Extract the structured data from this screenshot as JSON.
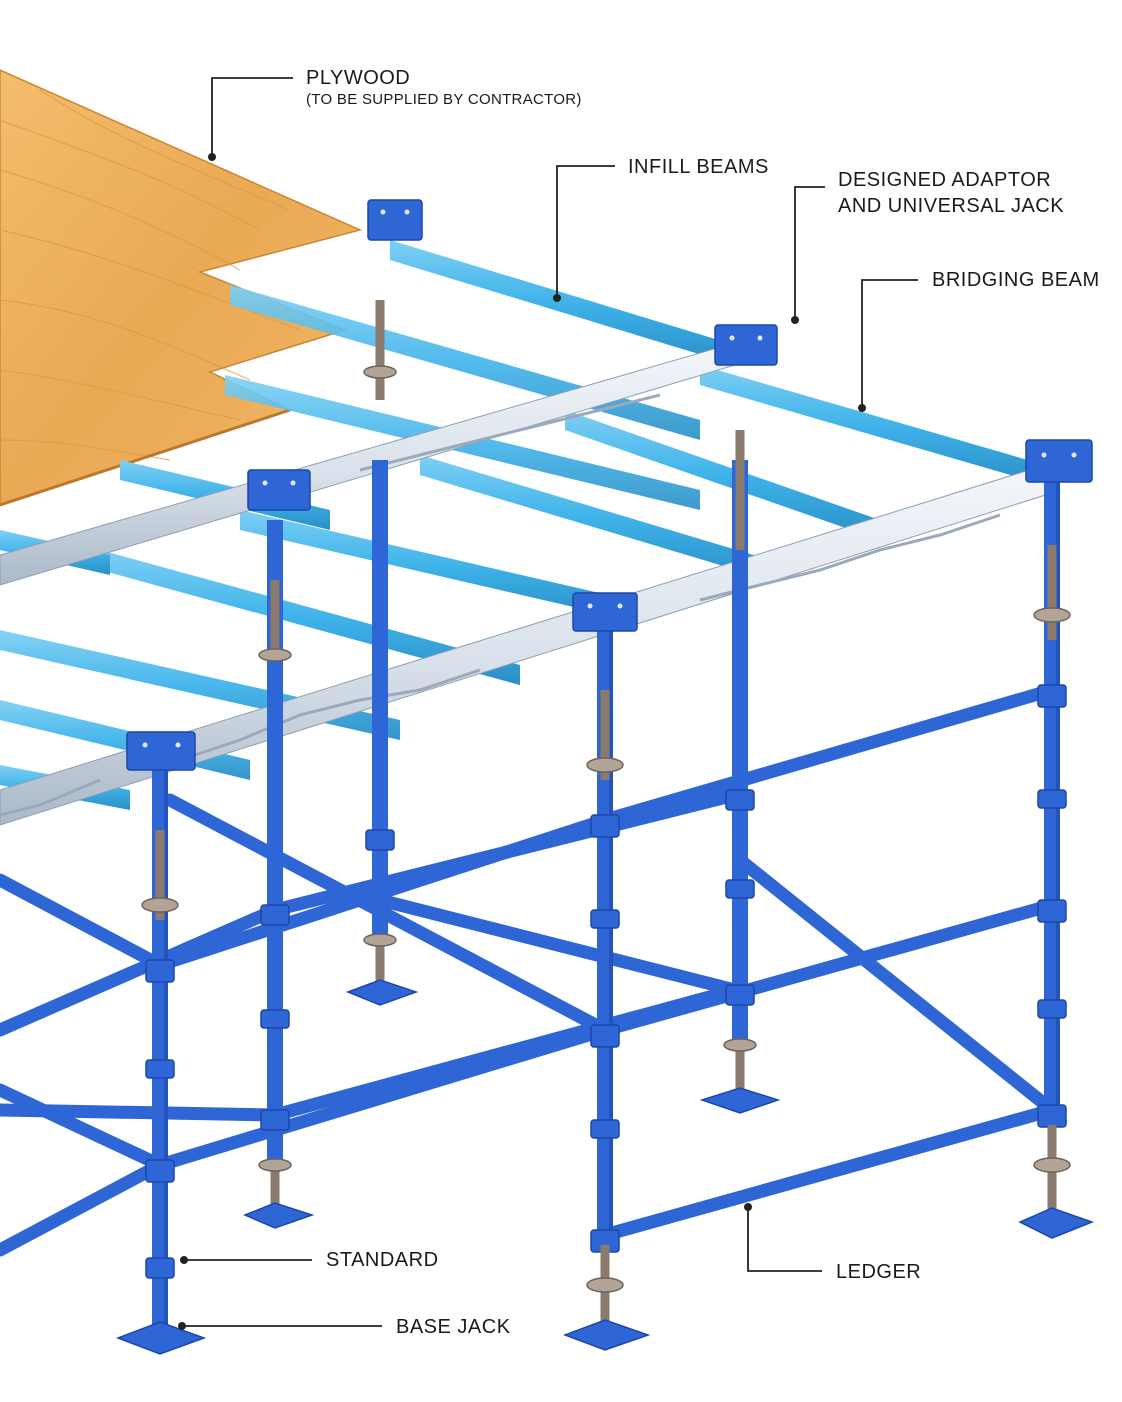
{
  "labels": {
    "plywood": "PLYWOOD",
    "plywood_note": "(TO BE SUPPLIED BY CONTRACTOR)",
    "infill_beams": "INFILL BEAMS",
    "adaptor_line1": "DESIGNED ADAPTOR",
    "adaptor_line2": "AND UNIVERSAL JACK",
    "bridging_beam": "BRIDGING BEAM",
    "standard": "STANDARD",
    "ledger": "LEDGER",
    "base_jack": "BASE JACK"
  },
  "colors": {
    "standard_blue": "#2f66d6",
    "standard_dark": "#1d47a8",
    "infill_cyan": "#3fb3ea",
    "infill_dark": "#2a8fc6",
    "bridging_silver": "#dfe6ef",
    "bridging_shade": "#a9b7c7",
    "plywood": "#efb25c",
    "plywood_dark": "#d39241",
    "jack_metal": "#9c8f83",
    "leader": "#222222"
  }
}
